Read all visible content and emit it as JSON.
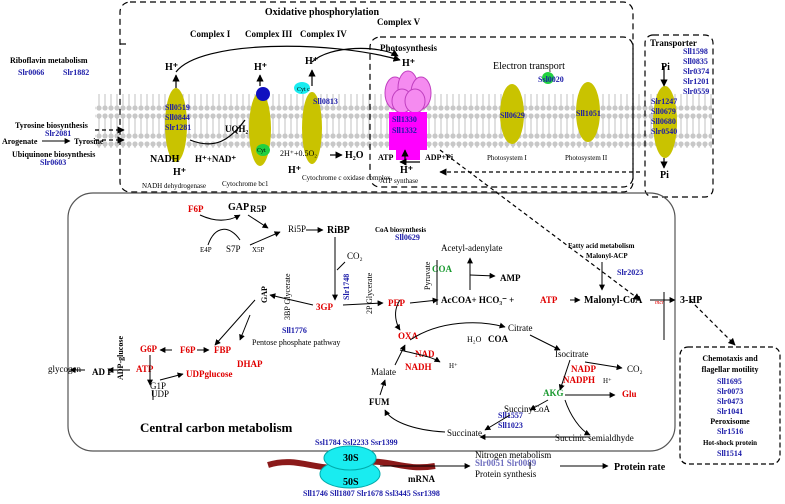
{
  "sections": {
    "oxphos": "Oxidative phosphorylation",
    "photosynthesis": "Photosynthesis",
    "electron_transport": "Electron transport",
    "transporter": "Transporter",
    "central": "Central carbon metabolism"
  },
  "complexes": {
    "c1": "Complex I",
    "c3": "Complex III",
    "c4": "Complex IV",
    "c5": "Complex V"
  },
  "membrane": {
    "hplus": "H⁺",
    "nadh": "NADH",
    "nadh_prod": "H⁺+NAD⁺",
    "uqh2": "UQH₂",
    "cyt_c": "Cyt c",
    "cyt_c2": "Cyt",
    "water_rx": "2H⁺+0.5O₂",
    "water": "H₂O",
    "atp": "ATP",
    "adp_pi": "ADP+Pi",
    "pi": "Pi",
    "nadh_dh": "NADH dehydrogenase",
    "cyt_bc1": "Cytochrome bc1",
    "cyt_ox": "Cytochrome c oxidase complex",
    "atp_syn": "ATP synthase",
    "ps1": "Photosystem I",
    "ps2": "Photosystem II"
  },
  "left_labels": {
    "riboflavin": "Riboflavin metabolism",
    "tyr_bio": "Tyrosine biosynthesis",
    "arogenate": "Arogenate",
    "tyrosine": "Tyrosine",
    "ubiq": "Ubiquinone biosynthesis"
  },
  "genes": {
    "slr0066": "Slr0066",
    "slr1882": "Slr1882",
    "slr2081": "Slr2081",
    "slr0603": "Slr0603",
    "sll0519": "Sll0519",
    "sll0844": "Sll0844",
    "slr1281": "Slr1281",
    "sll0813": "Sll0813",
    "sll1330": "Sll1330",
    "sll1332": "Sll1332",
    "ssl0020": "Ssl0020",
    "sll0629a": "Sll0629",
    "sll1051": "Sll1051",
    "sll1598": "Sll1598",
    "sll0835": "Sll0835",
    "slr0374": "Slr0374",
    "slr1201": "Slr1201",
    "slr0559": "Slr0559",
    "slr1247": "Slr1247",
    "sll0679": "Sll0679",
    "sll0680": "Sll0680",
    "slr0540": "Slr0540",
    "sll0629b": "Sll0629",
    "slr2023": "Slr2023",
    "slr1748": "Slr1748",
    "sll1776": "Sll1776",
    "sll1557": "Sll1557",
    "sll1023": "Sll1023",
    "sll1695": "Sll1695",
    "slr0073": "Slr0073",
    "slr0473": "Slr0473",
    "slr1041": "Slr1041",
    "slr1516": "Slr1516",
    "sll1514": "Sll1514",
    "ribo_top": "Ssl1784 Ssl2233 Ssr1399",
    "ribo_bot": "Sll1746 Sll1807 Slr1678 Ssl3445 Ssr1398",
    "nitro_genes": "Slr0051 Slr0089"
  },
  "metabolites": {
    "f6p_top": "F6P",
    "gap_top": "GAP",
    "r5p": "R5P",
    "e4p": "E4P",
    "s7p": "S7P",
    "x5p": "X5P",
    "ri5p": "Ri5P",
    "ribp": "RiBP",
    "co2": "CO₂",
    "coa_bio": "CoA biosynthesis",
    "acetyl_ad": "Acetyl-adenylate",
    "coa_green": "COA",
    "amp": "AMP",
    "fatty": "Fatty acid metabolism",
    "malonyl_acp": "Malonyl-ACP",
    "g3p": "3GP",
    "pglyc": "2P Glycerate",
    "bpg": "3BP Glycerate",
    "gap_mid": "GAP",
    "pep": "PEP",
    "pyruvate": "Pyruvate",
    "accoa": "AcCOA+ HCO₃⁻ +",
    "atp_red": "ATP",
    "malonyl": "Malonyl-CoA",
    "mcr": "mcr",
    "hp3": "3-HP",
    "g6p": "G6P",
    "f6p": "F6P",
    "fbp": "FBP",
    "dhap": "DHAP",
    "atp_g": "ATP",
    "adpg": "ADP-glucose",
    "g1p": "G1P",
    "glycogen": "glycogen",
    "adp": "AD P",
    "udp": "UDP",
    "udpg": "UDPglucose",
    "ppp": "Pentose phosphate pathway",
    "oxa": "OXA",
    "nad": "NAD",
    "nadh2": "NADH",
    "hplus2": "H⁺",
    "h2o": "H₂O",
    "coa2": "COA",
    "citrate": "Citrate",
    "isocitrate": "Isocitrate",
    "nadp": "NADP",
    "nadph": "NADPH",
    "hplus3": "H⁺",
    "co2b": "CO₂",
    "akg": "AKG",
    "glu": "Glu",
    "malate": "Malate",
    "fum": "FUM",
    "succoa": "SuccinyCoA",
    "succinate": "Succinate",
    "ssa": "Succinic semialdhyde"
  },
  "chemotaxis": {
    "title1": "Chemotaxis and",
    "title2": "flagellar motility",
    "perox": "Peroxisome",
    "hsp": "Hot-shock protein"
  },
  "translation": {
    "s30": "30S",
    "s50": "50S",
    "mrna": "mRNA",
    "nitrogen": "Nitrogen metabolism",
    "protein_syn": "Protein synthesis",
    "rate": "Protein rate"
  },
  "colors": {
    "membrane": "#d9d9d9",
    "protein": "#c9c300",
    "pink": "#f58bf0",
    "magenta": "#ff00ff",
    "cyan": "#19ecf0",
    "green": "#20d040",
    "blue": "#1010c0",
    "red": "#e00000",
    "gene": "#1a1aa8"
  }
}
